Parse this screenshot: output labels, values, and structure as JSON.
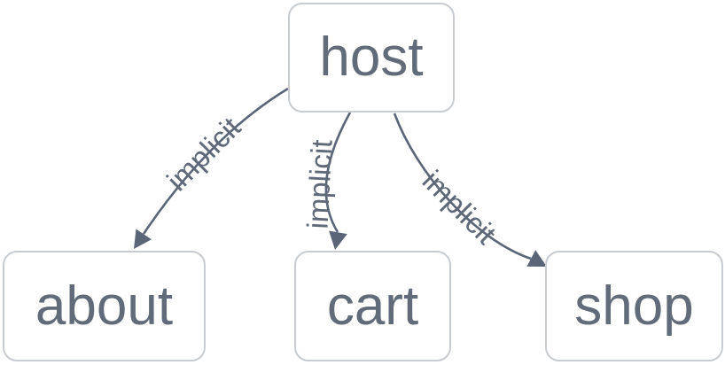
{
  "graph": {
    "nodes": [
      {
        "id": "host",
        "label": "host"
      },
      {
        "id": "about",
        "label": "about"
      },
      {
        "id": "cart",
        "label": "cart"
      },
      {
        "id": "shop",
        "label": "shop"
      }
    ],
    "edges": [
      {
        "from": "host",
        "to": "about",
        "label": "implicit"
      },
      {
        "from": "host",
        "to": "cart",
        "label": "implicit"
      },
      {
        "from": "host",
        "to": "shop",
        "label": "implicit"
      }
    ],
    "colors": {
      "node_fill": "#ffffff",
      "node_border": "#c8cbcf",
      "node_text": "#616b79",
      "edge_stroke": "#5a6578",
      "edge_label_text": "#5f6977",
      "background": "#ffffff"
    }
  }
}
